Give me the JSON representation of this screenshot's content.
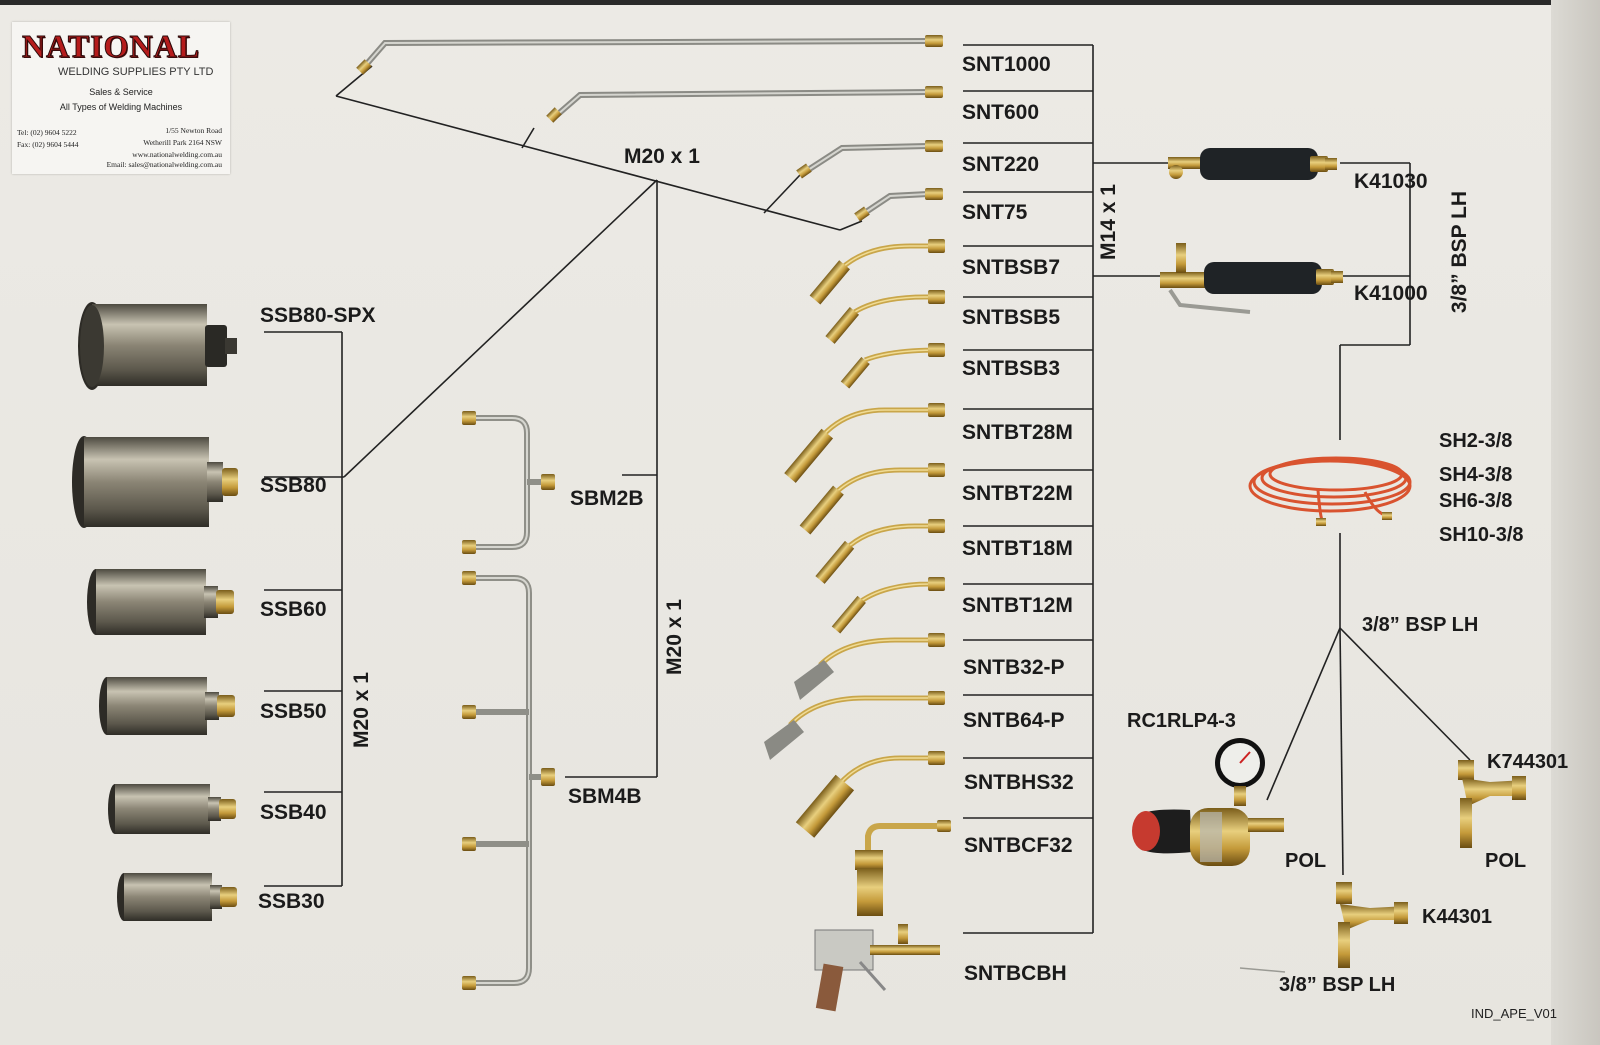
{
  "card": {
    "logo": "NATIONAL",
    "company": "WELDING SUPPLIES PTY LTD",
    "tagline1": "Sales & Service",
    "tagline2": "All Types of Welding Machines",
    "tel": "Tel: (02) 9604 5222",
    "fax": "Fax: (02) 9604 5444",
    "address1": "1/55 Newton Road",
    "address2": "Wetherill Park 2164 NSW",
    "web": "www.nationalwelding.com.au",
    "email": "Email: sales@nationalwelding.com.au"
  },
  "connectors": {
    "m20_top": "M20 x 1",
    "m20_burners": "M20 x 1",
    "m20_manifolds": "M20 x 1",
    "m14": "M14 x 1",
    "bsp_handles": "3/8” BSP LH",
    "bsp_hose": "3/8” BSP LH",
    "bsp_bottom": "3/8” BSP LH"
  },
  "burners": [
    "SSB80-SPX",
    "SSB80",
    "SSB60",
    "SSB50",
    "SSB40",
    "SSB30"
  ],
  "manifolds": [
    "SBM2B",
    "SBM4B"
  ],
  "torches": [
    "SNT1000",
    "SNT600",
    "SNT220",
    "SNT75",
    "SNTBSB7",
    "SNTBSB5",
    "SNTBSB3",
    "SNTBT28M",
    "SNTBT22M",
    "SNTBT18M",
    "SNTBT12M",
    "SNTB32-P",
    "SNTB64-P",
    "SNTBHS32",
    "SNTBCF32",
    "SNTBCBH"
  ],
  "handles": [
    "K41030",
    "K41000"
  ],
  "hoses": [
    "SH2-3/8",
    "SH4-3/8",
    "SH6-3/8",
    "SH10-3/8"
  ],
  "regulators": {
    "regulator": "RC1RLP4-3",
    "regulator_conn": "POL",
    "valve_right": "K744301",
    "valve_right_conn": "POL",
    "valve_bottom": "K44301"
  },
  "doc_code": "IND_APE_V01",
  "colors": {
    "brass": "#c9a64a",
    "steel": "#9a9a94",
    "hose": "#d9532f",
    "logo": "#b51c1c",
    "handle": "#1f2326"
  }
}
